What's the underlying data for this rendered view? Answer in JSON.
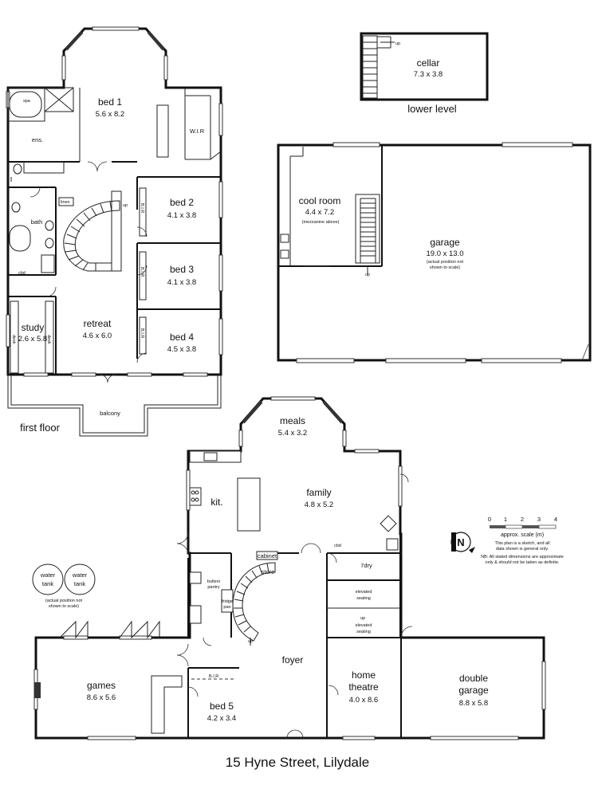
{
  "title": "15 Hyne Street, Lilydale",
  "levels": {
    "first_floor": "first floor",
    "lower_level": "lower level"
  },
  "rooms": {
    "cellar": {
      "name": "cellar",
      "dim": "7.3 x 3.8"
    },
    "bed1": {
      "name": "bed 1",
      "dim": "5.6 x 8.2"
    },
    "ens": {
      "name": "ens."
    },
    "wir": {
      "name": "W.I.R"
    },
    "bed2": {
      "name": "bed 2",
      "dim": "4.1 x 3.8"
    },
    "bed3": {
      "name": "bed 3",
      "dim": "4.1 x 3.8"
    },
    "bed4": {
      "name": "bed 4",
      "dim": "4.5 x 3.8"
    },
    "bath": {
      "name": "bath"
    },
    "study": {
      "name": "study",
      "dim": "2.6 x 5.8"
    },
    "retreat": {
      "name": "retreat",
      "dim": "4.6 x 6.0"
    },
    "balcony": {
      "name": "balcony"
    },
    "cool_room": {
      "name": "cool room",
      "dim": "4.4 x 7.2",
      "note": "(mezzanine above)"
    },
    "garage": {
      "name": "garage",
      "dim": "19.0 x 13.0",
      "note1": "(actual position not",
      "note2": "shown to scale)"
    },
    "meals": {
      "name": "meals",
      "dim": "5.4 x 3.2"
    },
    "family": {
      "name": "family",
      "dim": "4.8 x 5.2"
    },
    "kit": {
      "name": "kit."
    },
    "store": {
      "name": "store"
    },
    "ldry": {
      "name": "l'dry"
    },
    "elevated_seating_1": {
      "line1": "elevated",
      "line2": "seating"
    },
    "elevated_seating_2": {
      "line1": "elevated",
      "line2": "seating"
    },
    "foyer": {
      "name": "foyer"
    },
    "games": {
      "name": "games",
      "dim": "8.6 x 5.6"
    },
    "bed5": {
      "name": "bed 5",
      "dim": "4.2 x 3.4"
    },
    "home_theatre": {
      "line1": "home",
      "line2": "theatre",
      "dim": "4.0 x 8.6"
    },
    "double_garage": {
      "line1": "double",
      "line2": "garage",
      "dim": "8.8 x 5.8"
    }
  },
  "fixtures": {
    "cabinet": "cabinet",
    "butlers_pantry_1": "butlers",
    "butlers_pantry_2": "pantry",
    "fridge_pan_1": "fridge",
    "fridge_pan_2": "pan",
    "cbd": "cbd",
    "bir": "B.I.R",
    "desk": "desk",
    "linen": "linen",
    "up": "up",
    "spa": "spa"
  },
  "water_tanks": {
    "tank": "water",
    "tank2": "tank",
    "note1": "(actual position not",
    "note2": "shown to scale)"
  },
  "scale": {
    "ticks": [
      "0",
      "1",
      "2",
      "3",
      "4"
    ],
    "label": "approx. scale (m)",
    "notes": [
      "This plan is a sketch, and all",
      "data shown is general only.",
      "NB: All stated dimensions are approximate",
      "only & should not be taken as definite."
    ],
    "compass": "N"
  }
}
